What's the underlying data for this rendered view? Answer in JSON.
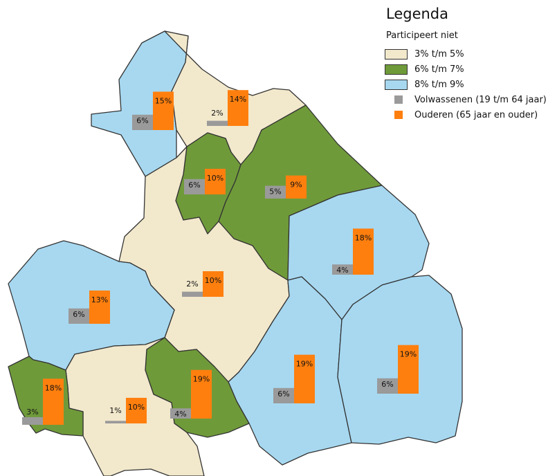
{
  "legend": {
    "title": "Legenda",
    "subtitle": "Participeert niet",
    "classes": [
      {
        "label": "3% t/m 5%",
        "color": "#F2E8CC"
      },
      {
        "label": "6% t/m 7%",
        "color": "#6F9A3A"
      },
      {
        "label": "8% t/m 9%",
        "color": "#A7D8F0"
      }
    ],
    "bars": [
      {
        "label": "Volwassenen (19 t/m 64 jaar)",
        "color": "#9A9A9A"
      },
      {
        "label": "Ouderen (65 jaar en ouder)",
        "color": "#FF7F0E"
      }
    ]
  },
  "regions": [
    {
      "id": "north-west",
      "volwassenen": 6,
      "ouderen": 15
    },
    {
      "id": "north",
      "volwassenen": 2,
      "ouderen": 14
    },
    {
      "id": "north-central",
      "volwassenen": 6,
      "ouderen": 10
    },
    {
      "id": "north-east",
      "volwassenen": 5,
      "ouderen": 9
    },
    {
      "id": "east",
      "volwassenen": 4,
      "ouderen": 18
    },
    {
      "id": "central",
      "volwassenen": 2,
      "ouderen": 10
    },
    {
      "id": "west",
      "volwassenen": 6,
      "ouderen": 13
    },
    {
      "id": "south-east",
      "volwassenen": 6,
      "ouderen": 19
    },
    {
      "id": "south-far-east",
      "volwassenen": 6,
      "ouderen": 19
    },
    {
      "id": "south-central",
      "volwassenen": 4,
      "ouderen": 19
    },
    {
      "id": "south",
      "volwassenen": 1,
      "ouderen": 10
    },
    {
      "id": "south-west",
      "volwassenen": 3,
      "ouderen": 18
    }
  ]
}
